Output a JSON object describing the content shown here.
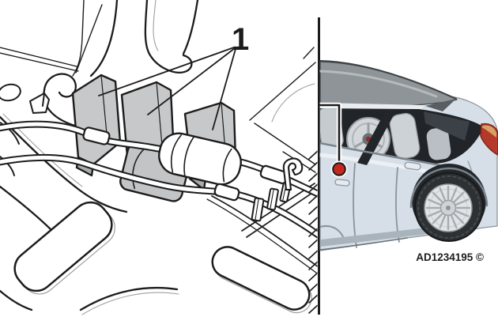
{
  "figure": {
    "callout_label": "1",
    "reference_code": "AD1234195 ©",
    "icons": {
      "marker": "red-location-marker",
      "divider": "panel-divider-line"
    },
    "colors": {
      "line": "#1c1c1c",
      "component_gray": "#c6c8c9",
      "component_gray_shadow": "#a9acad",
      "clamp_gray": "#c2c4c5",
      "roof_gray": "#8e9497",
      "body_light": "#d6dfe7",
      "glass_dark": "#212428",
      "rear_window": "#3c4147",
      "marker_red": "#c5281c",
      "taillight_red": "#b5392b",
      "taillight_amber": "#d9a064",
      "background": "#ffffff"
    }
  }
}
